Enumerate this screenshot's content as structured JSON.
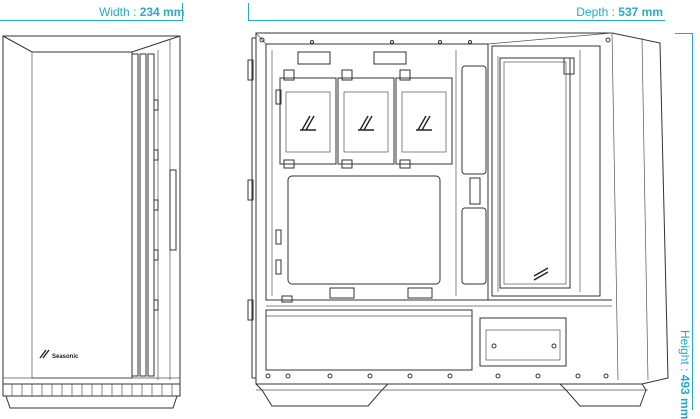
{
  "dimensions": {
    "width": {
      "label": "Width : ",
      "value": "234 mm"
    },
    "depth": {
      "label": "Depth : ",
      "value": "537 mm"
    },
    "height": {
      "label": "Height : ",
      "value": "493 mm"
    }
  },
  "brand": {
    "logo_text": "Seasonic"
  },
  "colors": {
    "dimension": "#29a9c9",
    "linework": "#333333"
  }
}
